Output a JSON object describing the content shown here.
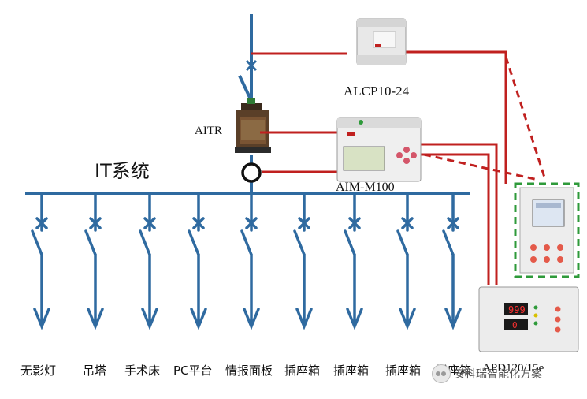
{
  "labels": {
    "alcp": "ALCP10-24",
    "aitr": "AITR",
    "aim": "AIM-M100",
    "it_system": "IT系统",
    "apd": "APD120/15e"
  },
  "loads": [
    "无影灯",
    "吊塔",
    "手术床",
    "PC平台",
    "情报面板",
    "插座箱",
    "插座箱",
    "插座箱",
    "插座箱"
  ],
  "watermark": "安科瑞智能化方案",
  "colors": {
    "bus": "#2f6aa0",
    "signal": "#c0201f",
    "highlight": "#2e9a3a"
  }
}
